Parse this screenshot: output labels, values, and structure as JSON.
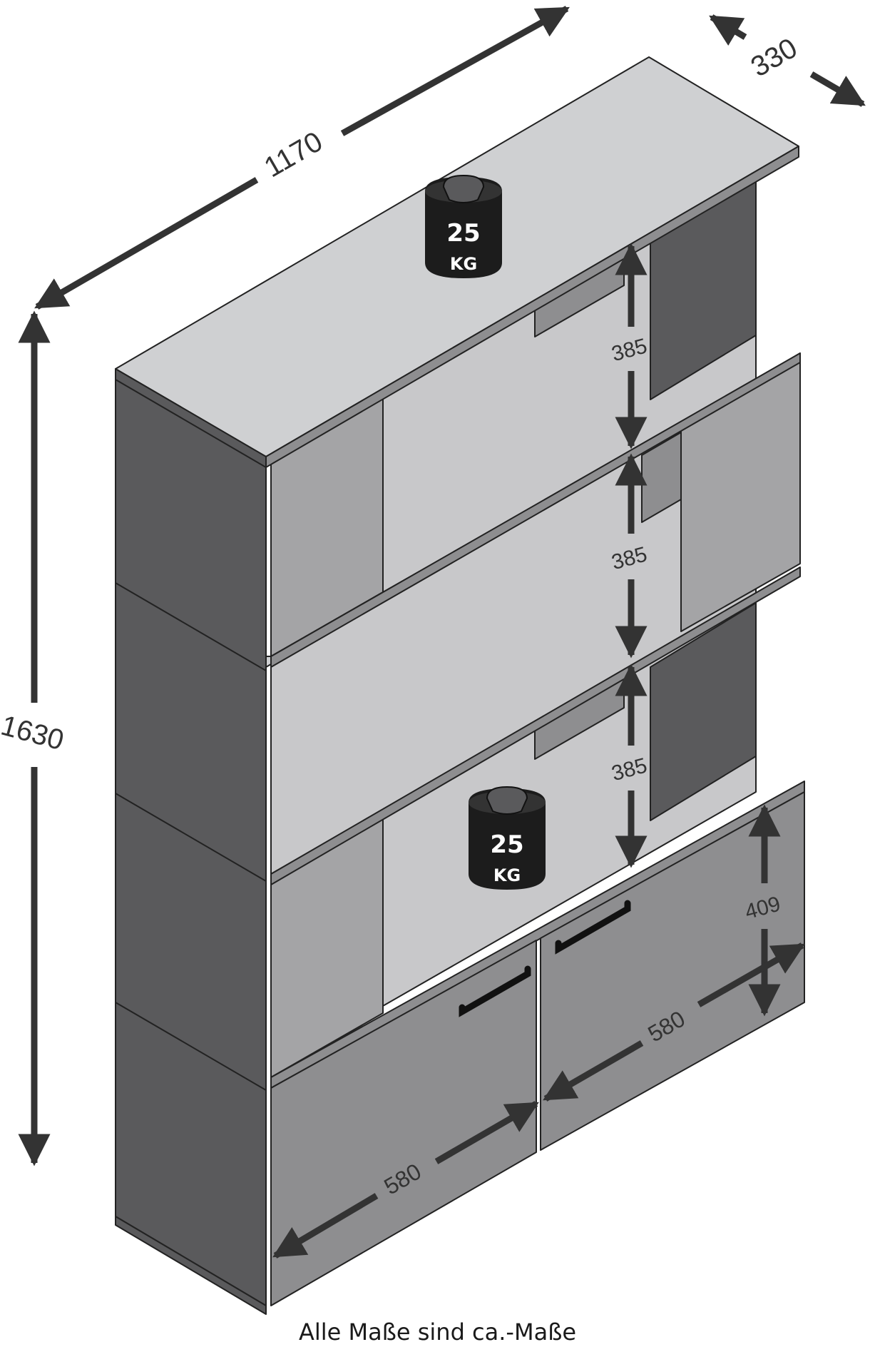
{
  "colors": {
    "panel_dark": "#5a5a5c",
    "panel_mid": "#8e8e90",
    "panel_side": "#a4a4a6",
    "panel_light": "#c8c8ca",
    "panel_top": "#cfd0d2",
    "weight_fill": "#1c1c1c",
    "arrow": "#333333"
  },
  "dimensions": {
    "width": "1170",
    "depth": "330",
    "height": "1630",
    "shelf_top": "385",
    "shelf_middle": "385",
    "shelf_bottom": "385",
    "cabinet_height": "409",
    "door_right_width": "580",
    "door_left_width": "580"
  },
  "weights": [
    {
      "value": "25",
      "unit": "KG"
    },
    {
      "value": "25",
      "unit": "KG"
    }
  ],
  "caption": "Alle Maße sind ca.-Maße"
}
